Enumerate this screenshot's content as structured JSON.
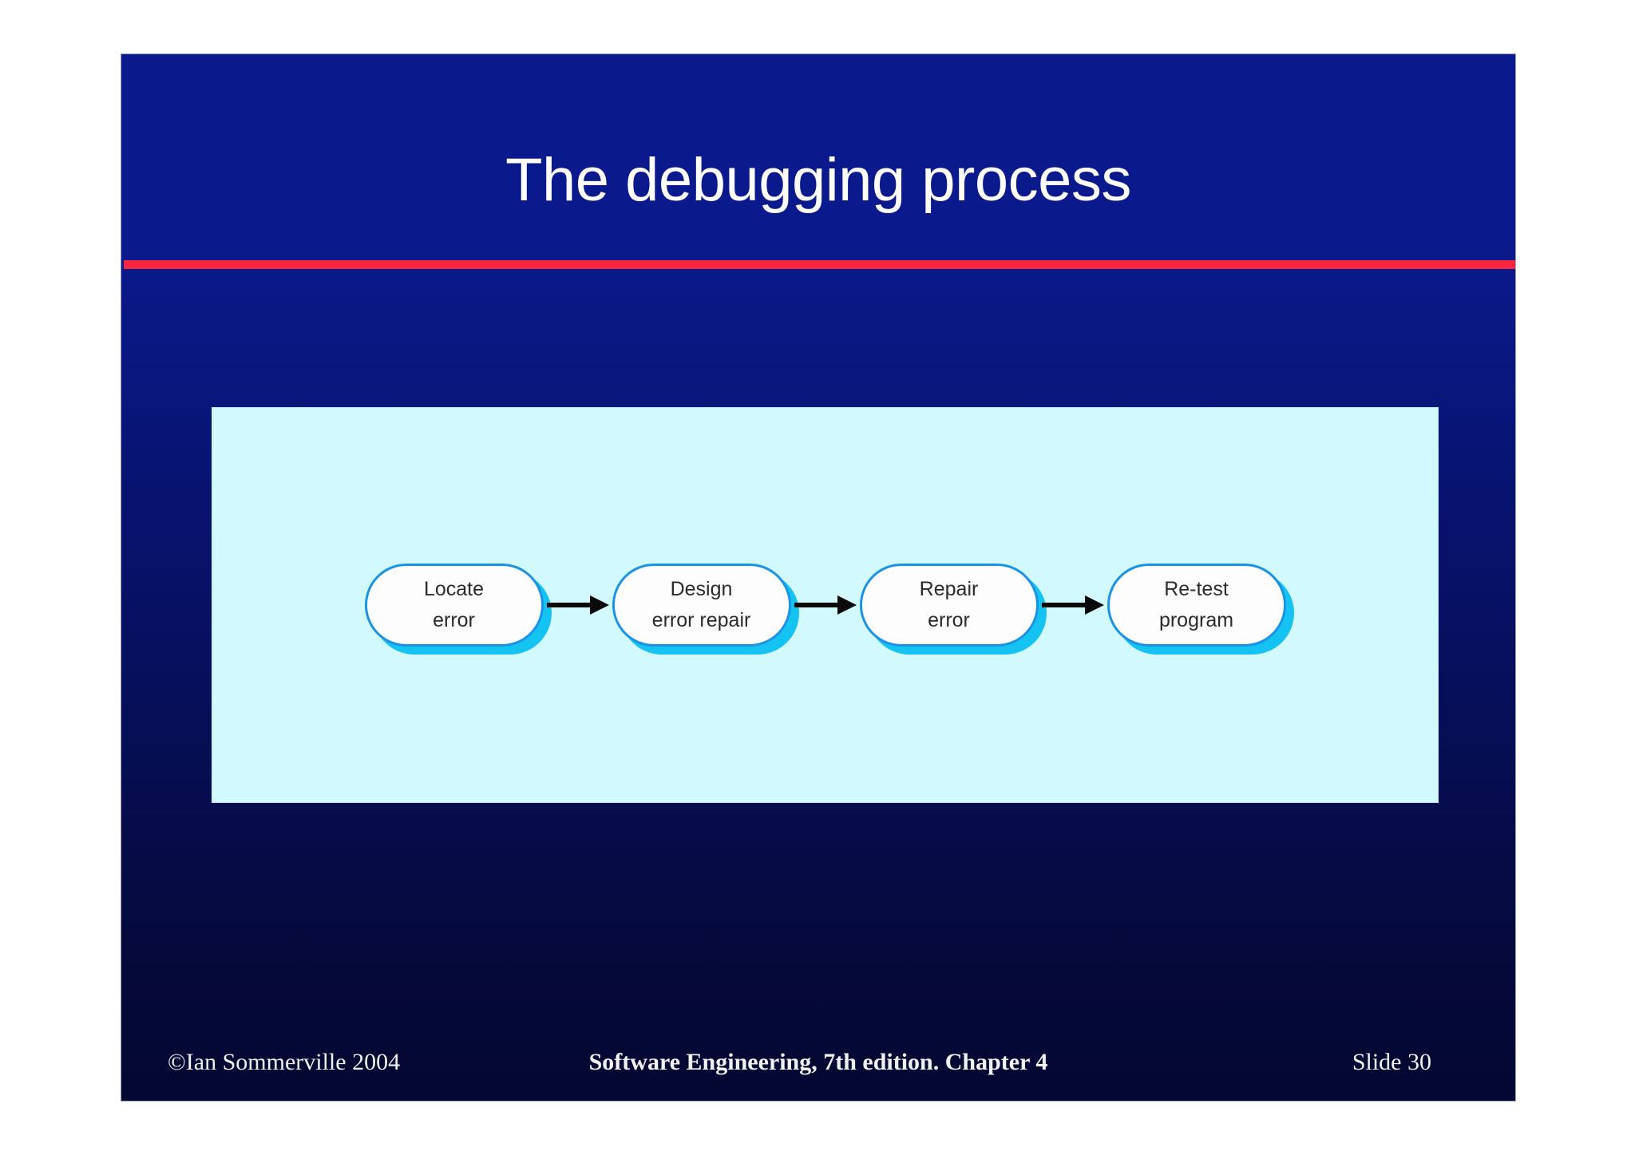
{
  "slide": {
    "title": "The debugging process",
    "background_top_color": "#0a1a8c",
    "background_bottom_color": "#040730",
    "rule_color": "#f8273f"
  },
  "diagram": {
    "panel_color": "#d2f9fd",
    "node_border_color": "#1b93e4",
    "node_shadow_color": "#14c3f2",
    "node_fill_color": "#fdfdfd",
    "arrow_color": "#0a0a0a",
    "nodes": [
      {
        "line1": "Locate",
        "line2": "error"
      },
      {
        "line1": "Design",
        "line2": "error repair"
      },
      {
        "line1": "Repair",
        "line2": "error"
      },
      {
        "line1": "Re-test",
        "line2": "program"
      }
    ],
    "arrows": [
      {
        "from": "Locate error",
        "to": "Design error repair"
      },
      {
        "from": "Design error repair",
        "to": "Repair error"
      },
      {
        "from": "Repair error",
        "to": "Re-test program"
      }
    ]
  },
  "footer": {
    "copyright": "©Ian Sommerville 2004",
    "center": "Software Engineering, 7th edition. Chapter 4",
    "slide_number": "Slide  30"
  }
}
